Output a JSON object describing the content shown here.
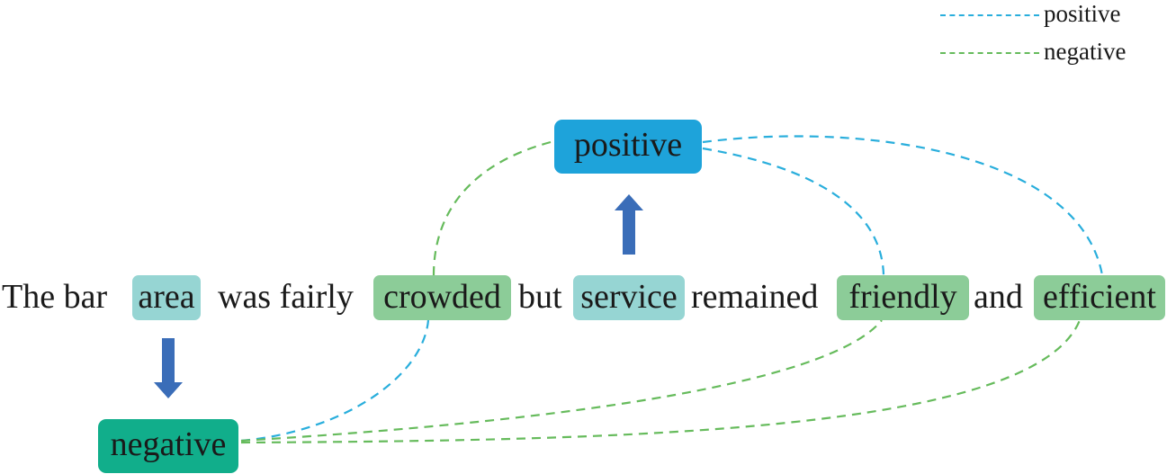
{
  "legend": {
    "items": [
      {
        "label": "positive",
        "color": "#29aedc"
      },
      {
        "label": "negative",
        "color": "#66bb5c"
      }
    ]
  },
  "nodes": {
    "positive": {
      "label": "positive",
      "color": "#1ea3da"
    },
    "negative": {
      "label": "negative",
      "color": "#11ae8b"
    }
  },
  "sentence": {
    "tokens": [
      {
        "text": "The bar",
        "type": "plain"
      },
      {
        "text": "area",
        "type": "aspect"
      },
      {
        "text": "was fairly",
        "type": "plain"
      },
      {
        "text": "crowded",
        "type": "opinion"
      },
      {
        "text": "but",
        "type": "plain"
      },
      {
        "text": "service",
        "type": "aspect"
      },
      {
        "text": "remained",
        "type": "plain"
      },
      {
        "text": "friendly",
        "type": "opinion"
      },
      {
        "text": "and",
        "type": "plain"
      },
      {
        "text": "efficient",
        "type": "opinion"
      }
    ]
  },
  "arrows": [
    {
      "from": "area",
      "to": "negative",
      "color": "#3a6db8"
    },
    {
      "from": "service",
      "to": "positive",
      "color": "#3a6db8"
    }
  ],
  "links": [
    {
      "from": "positive",
      "to": "crowded",
      "polarity": "negative"
    },
    {
      "from": "positive",
      "to": "friendly",
      "polarity": "positive"
    },
    {
      "from": "positive",
      "to": "efficient",
      "polarity": "positive"
    },
    {
      "from": "negative",
      "to": "crowded",
      "polarity": "positive"
    },
    {
      "from": "negative",
      "to": "friendly",
      "polarity": "negative"
    },
    {
      "from": "negative",
      "to": "efficient",
      "polarity": "negative"
    }
  ]
}
